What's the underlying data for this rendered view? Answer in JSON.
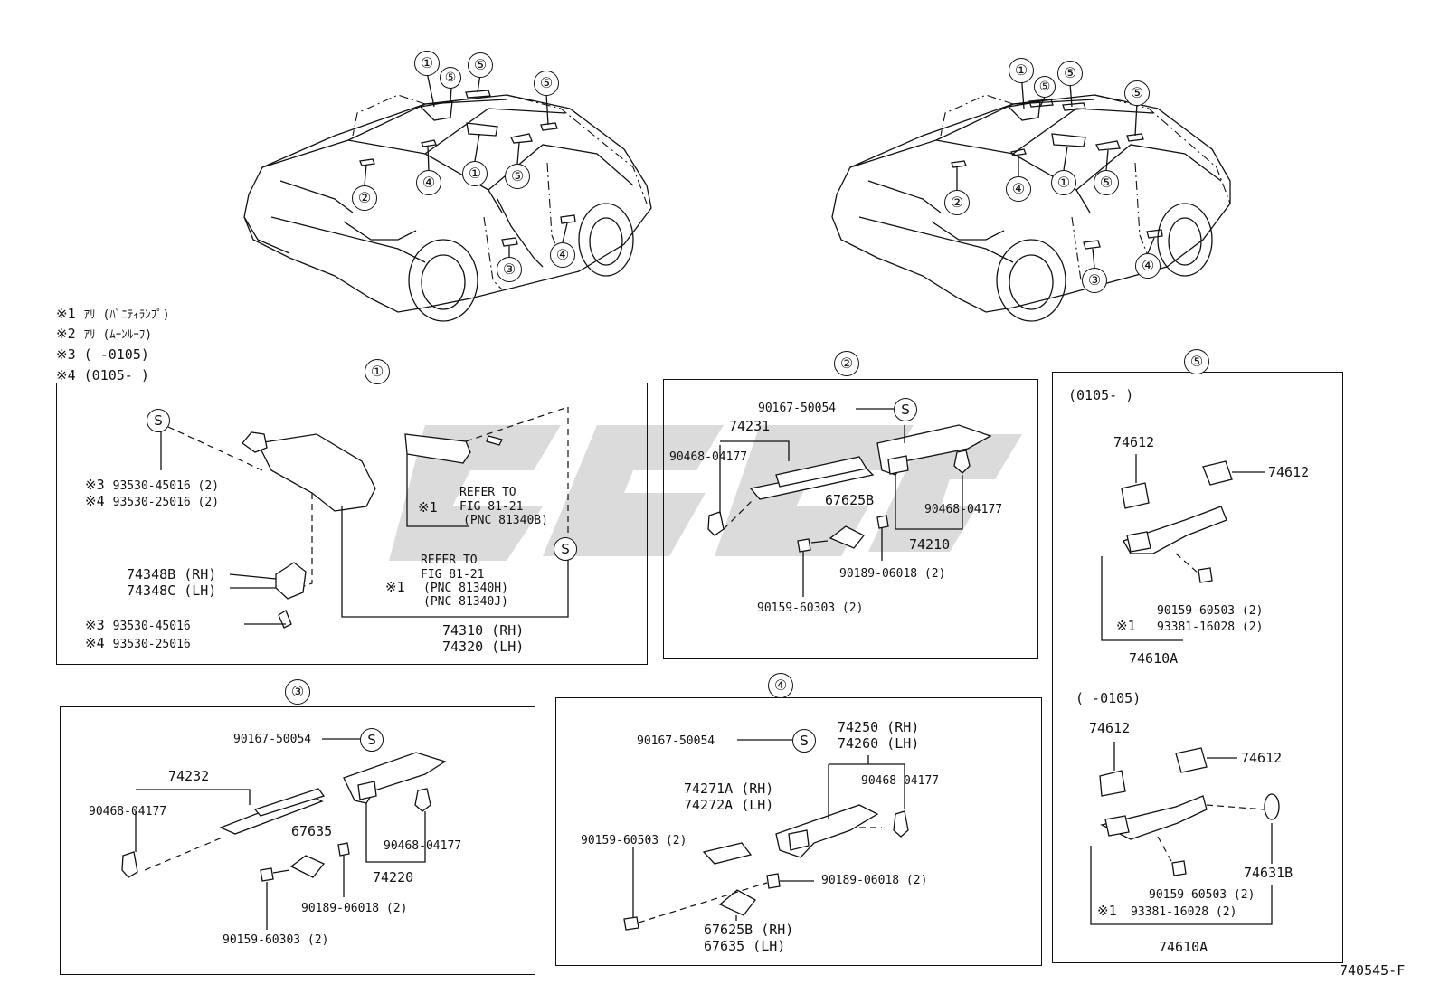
{
  "notes": [
    {
      "mark": "※1",
      "text": "ｱﾘ (ﾊﾞﾆﾃｨﾗﾝﾌﾟ)"
    },
    {
      "mark": "※2",
      "text": "ｱﾘ (ﾑｰﾝﾙｰﾌ)"
    },
    {
      "mark": "※3",
      "text": "(      -0105)"
    },
    {
      "mark": "※4",
      "text": "(0105-      )"
    }
  ],
  "car_left_callouts": [
    "①",
    "⑤",
    "⑤",
    "⑤",
    "②",
    "④",
    "①",
    "⑤",
    "③",
    "④"
  ],
  "car_right_callouts": [
    "①",
    "⑤",
    "⑤",
    "⑤",
    "②",
    "④",
    "①",
    "⑤",
    "③",
    "④"
  ],
  "sections": {
    "s1": {
      "title": "①",
      "s_mark": "S",
      "bolt_upper": [
        {
          "mark": "※3",
          "part": "93530-45016 (2)"
        },
        {
          "mark": "※4",
          "part": "93530-25016 (2)"
        }
      ],
      "holder": [
        "74348B (RH)",
        "74348C (LH)"
      ],
      "bolt_lower": [
        {
          "mark": "※3",
          "part": "93530-45016"
        },
        {
          "mark": "※4",
          "part": "93530-25016"
        }
      ],
      "ref1": {
        "line1": "REFER TO",
        "mark": "※1",
        "line2": "FIG 81-21",
        "line3": "(PNC 81340B)"
      },
      "ref2": {
        "line1": "REFER TO",
        "line2": "FIG 81-21",
        "mark": "※1",
        "line3": "(PNC 81340H)",
        "line4": "(PNC 81340J)"
      },
      "visor": [
        "74310 (RH)",
        "74320 (LH)"
      ]
    },
    "s2": {
      "title": "②",
      "s_mark": "S",
      "screw": "90167-50054",
      "cover": "74231",
      "clip_left": "90468-04177",
      "bracket": "67625B",
      "clip_right": "90468-04177",
      "grip": "74210",
      "nut": "90189-06018 (2)",
      "bolt": "90159-60303 (2)"
    },
    "s3": {
      "title": "③",
      "s_mark": "S",
      "screw": "90167-50054",
      "cover": "74232",
      "clip_left": "90468-04177",
      "bracket": "67635",
      "clip_right": "90468-04177",
      "grip": "74220",
      "nut": "90189-06018 (2)",
      "bolt": "90159-60303 (2)"
    },
    "s4": {
      "title": "④",
      "s_mark": "S",
      "screw": "90167-50054",
      "grip": [
        "74250 (RH)",
        "74260 (LH)"
      ],
      "clip": "90468-04177",
      "cover": [
        "74271A (RH)",
        "74272A (LH)"
      ],
      "bolt": "90159-60503 (2)",
      "nut": "90189-06018 (2)",
      "bracket": [
        "67625B (RH)",
        "67635   (LH)"
      ]
    },
    "s5": {
      "title": "⑤",
      "top_period": "(0105-      )",
      "top_cap_left": "74612",
      "top_cap_right": "74612",
      "top_bolt": "90159-60503 (2)",
      "top_mark": "※1",
      "top_screw": "93381-16028 (2)",
      "top_assy": "74610A",
      "bottom_period": "(      -0105)",
      "bottom_cap_left": "74612",
      "bottom_cap_right": "74612",
      "bottom_clip": "74631B",
      "bottom_bolt": "90159-60503 (2)",
      "bottom_mark": "※1",
      "bottom_screw": "93381-16028 (2)",
      "bottom_assy": "74610A"
    }
  },
  "figure_number": "740545-F"
}
